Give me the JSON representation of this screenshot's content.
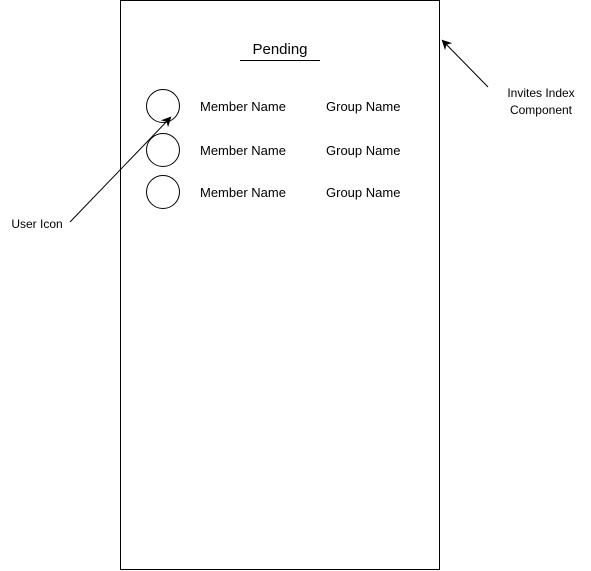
{
  "component": {
    "title": "Pending",
    "invites": [
      {
        "icon": "user-icon",
        "member_name": "Member Name",
        "group_name": "Group Name"
      },
      {
        "icon": "user-icon",
        "member_name": "Member Name",
        "group_name": "Group Name"
      },
      {
        "icon": "user-icon",
        "member_name": "Member Name",
        "group_name": "Group Name"
      }
    ]
  },
  "annotations": {
    "component_label_line1": "Invites Index",
    "component_label_line2": "Component",
    "user_icon_label": "User Icon"
  },
  "colors": {
    "stroke": "#000000",
    "background": "#ffffff"
  }
}
